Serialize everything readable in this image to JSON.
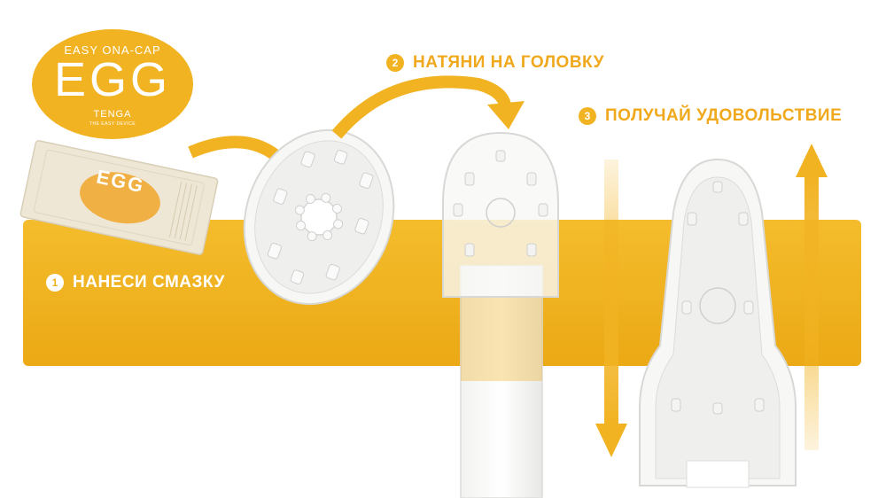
{
  "colors": {
    "accent": "#F2B323",
    "band": "#F0B21E",
    "step_text": "#F0A81C",
    "product": "#F7F7F5",
    "product_edge": "#D8D8D6",
    "packet": "#EFE7D5",
    "white": "#FFFFFF"
  },
  "logo": {
    "top_line": "EASY ONA-CAP",
    "main": "EGG",
    "brand": "TENGA",
    "tagline": "THE EASY DEVICE"
  },
  "packet": {
    "label": "EGG"
  },
  "steps": [
    {
      "number": "1",
      "text": "НАНЕСИ СМАЗКУ"
    },
    {
      "number": "2",
      "text": "НАТЯНИ НА ГОЛОВКУ"
    },
    {
      "number": "3",
      "text": "ПОЛУЧАЙ УДОВОЛЬСТВИЕ"
    }
  ],
  "icons": {
    "arrow_packet_to_egg": "curved-arrow-icon",
    "arrow_egg_to_head": "curved-arrow-icon",
    "arrow_down": "arrow-down-icon",
    "arrow_up": "arrow-up-icon"
  }
}
